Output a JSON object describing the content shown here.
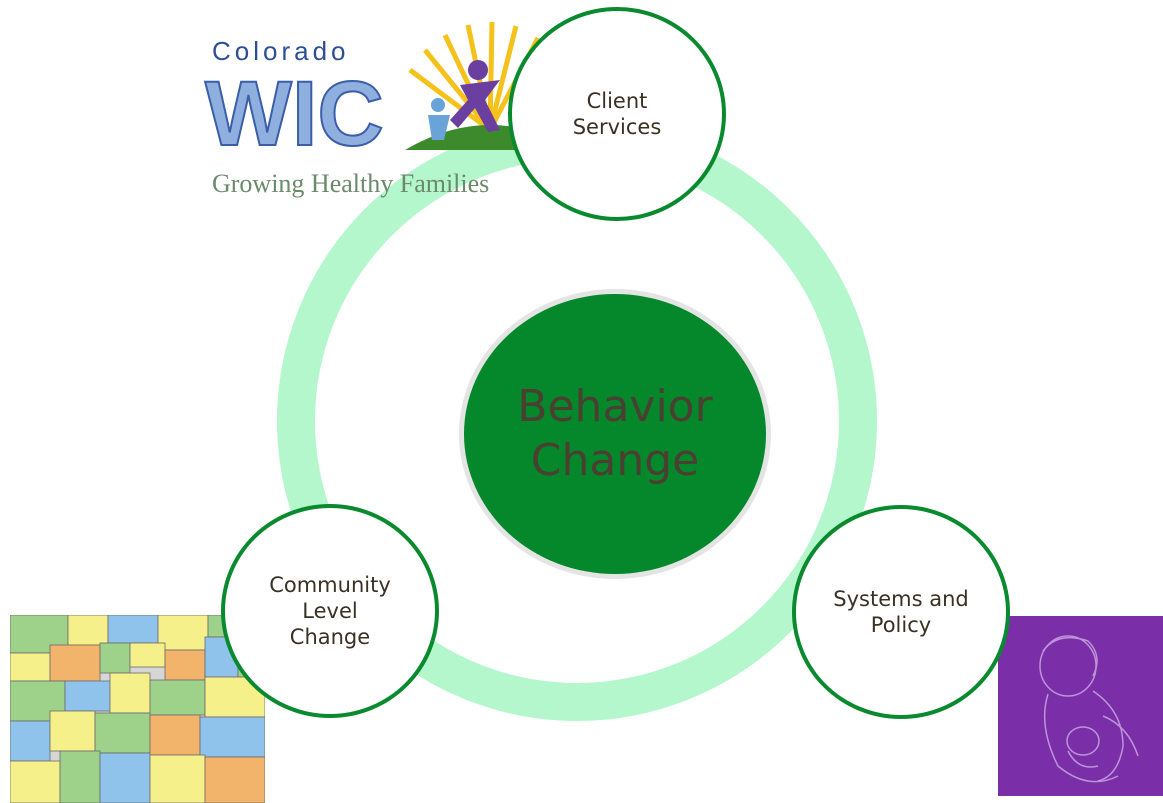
{
  "center": {
    "line1": "Behavior",
    "line2": "Change"
  },
  "nodes": {
    "client": {
      "line1": "Client",
      "line2": "Services"
    },
    "community": {
      "line1": "Community",
      "line2": "Level",
      "line3": "Change"
    },
    "systems": {
      "line1": "Systems and",
      "line2": "Policy"
    }
  },
  "logo": {
    "state": "Colorado",
    "acronym": "WIC",
    "tagline": "Growing Healthy Families"
  },
  "colors": {
    "ring": "#b5f7cc",
    "center": "#04882b",
    "node_border": "#0a8a2e",
    "text": "#3a3024"
  }
}
